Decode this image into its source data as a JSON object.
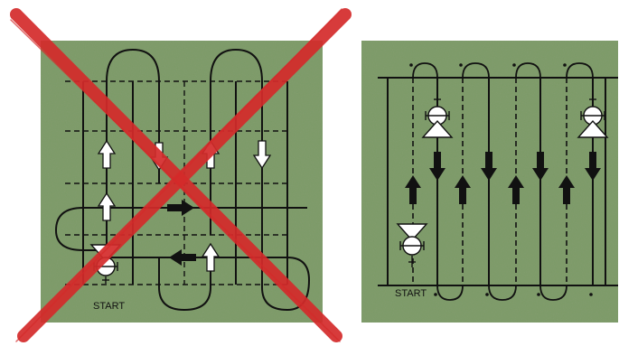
{
  "colors": {
    "page_background": "#ffffff",
    "grass": "#7a9a66",
    "line": "#111111",
    "outline_arrow_fill": "#ffffff",
    "solid_arrow_fill": "#111111",
    "cross": "#d42a2a"
  },
  "panels": [
    {
      "id": "incorrect-pattern",
      "start_label": "START",
      "crossed_out": true,
      "icons": [
        "outline-arrow-icon",
        "solid-arrow-icon",
        "sprinkler-icon",
        "cross-out-icon"
      ]
    },
    {
      "id": "correct-pattern",
      "start_label": "START",
      "crossed_out": false,
      "icons": [
        "solid-arrow-icon",
        "sprinkler-icon"
      ]
    }
  ]
}
